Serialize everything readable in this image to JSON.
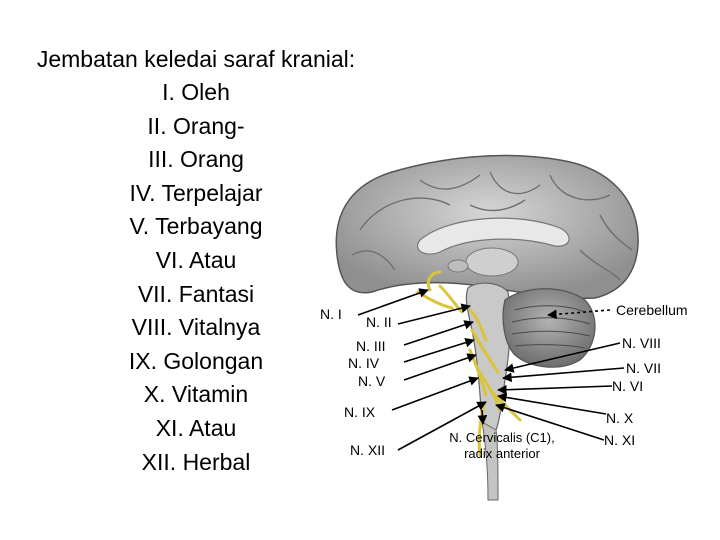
{
  "mnemonic": {
    "title": "Jembatan keledai saraf kranial:",
    "lines": [
      "I. Oleh",
      "II. Orang-",
      "III. Orang",
      "IV. Terpelajar",
      "V. Terbayang",
      "VI. Atau",
      "VII. Fantasi",
      "VIII. Vitalnya",
      "IX. Golongan",
      "X. Vitamin",
      "XI. Atau",
      "XII. Herbal"
    ]
  },
  "labels": {
    "n1": "N. I",
    "n2": "N. II",
    "n3": "N. III",
    "n4": "N. IV",
    "n5": "N. V",
    "n9": "N. IX",
    "n12": "N. XII",
    "cervical_line1": "N. Cervicalis (C1),",
    "cervical_line2": "radix anterior",
    "cerebellum": "Cerebellum",
    "n8": "N. VIII",
    "n7": "N. VII",
    "n6": "N. VI",
    "n10": "N. X",
    "n11": "N. XI"
  },
  "colors": {
    "brain_gray": "#b9b9b9",
    "nerve_yellow": "#d9c43a",
    "arrow": "#000000"
  }
}
